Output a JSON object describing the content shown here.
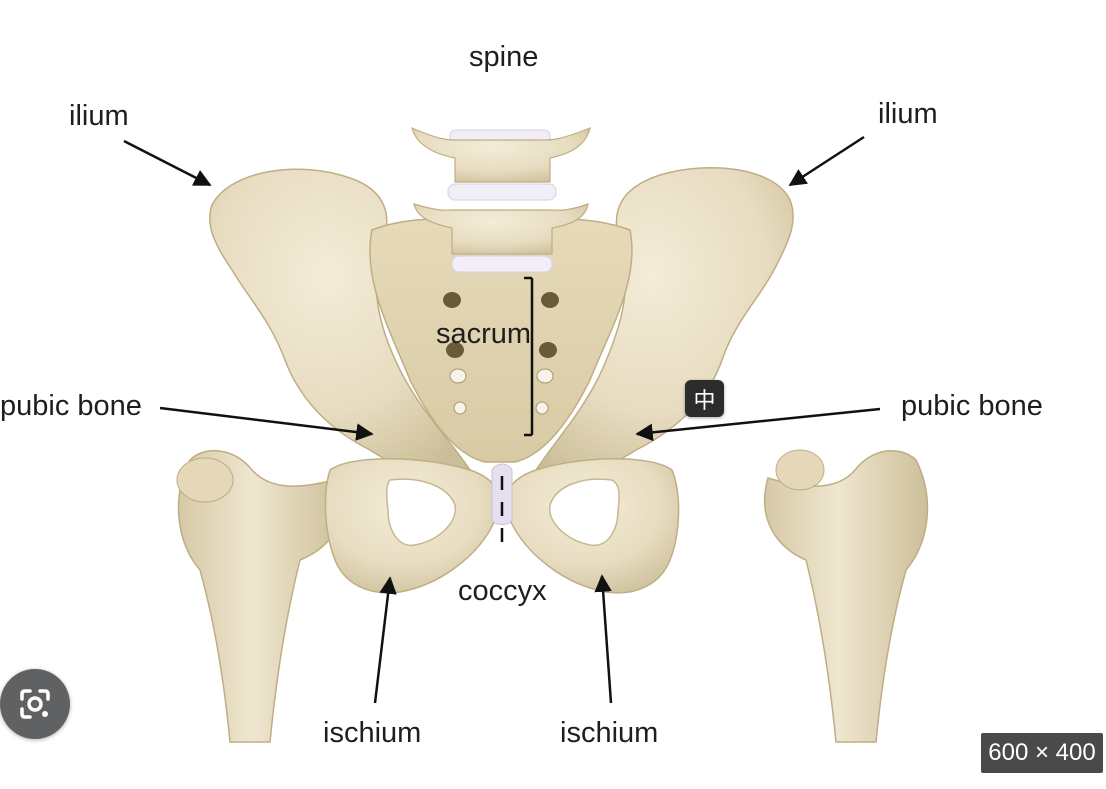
{
  "diagram": {
    "labels": {
      "spine": "spine",
      "ilium_left": "ilium",
      "ilium_right": "ilium",
      "sacrum": "sacrum",
      "pubic_bone_left": "pubic bone",
      "pubic_bone_right": "pubic bone",
      "coccyx": "coccyx",
      "ischium_left": "ischium",
      "ischium_right": "ischium"
    },
    "colors": {
      "bone": "#e9dfc6",
      "bone_shadow": "#cdbf9b",
      "bone_dark": "#a8976f",
      "disc": "#f1eef6",
      "arrow": "#111111"
    }
  },
  "overlay": {
    "translate_icon_glyph": "中",
    "lens_icon": "google-lens-icon",
    "image_size": "600 × 400"
  }
}
